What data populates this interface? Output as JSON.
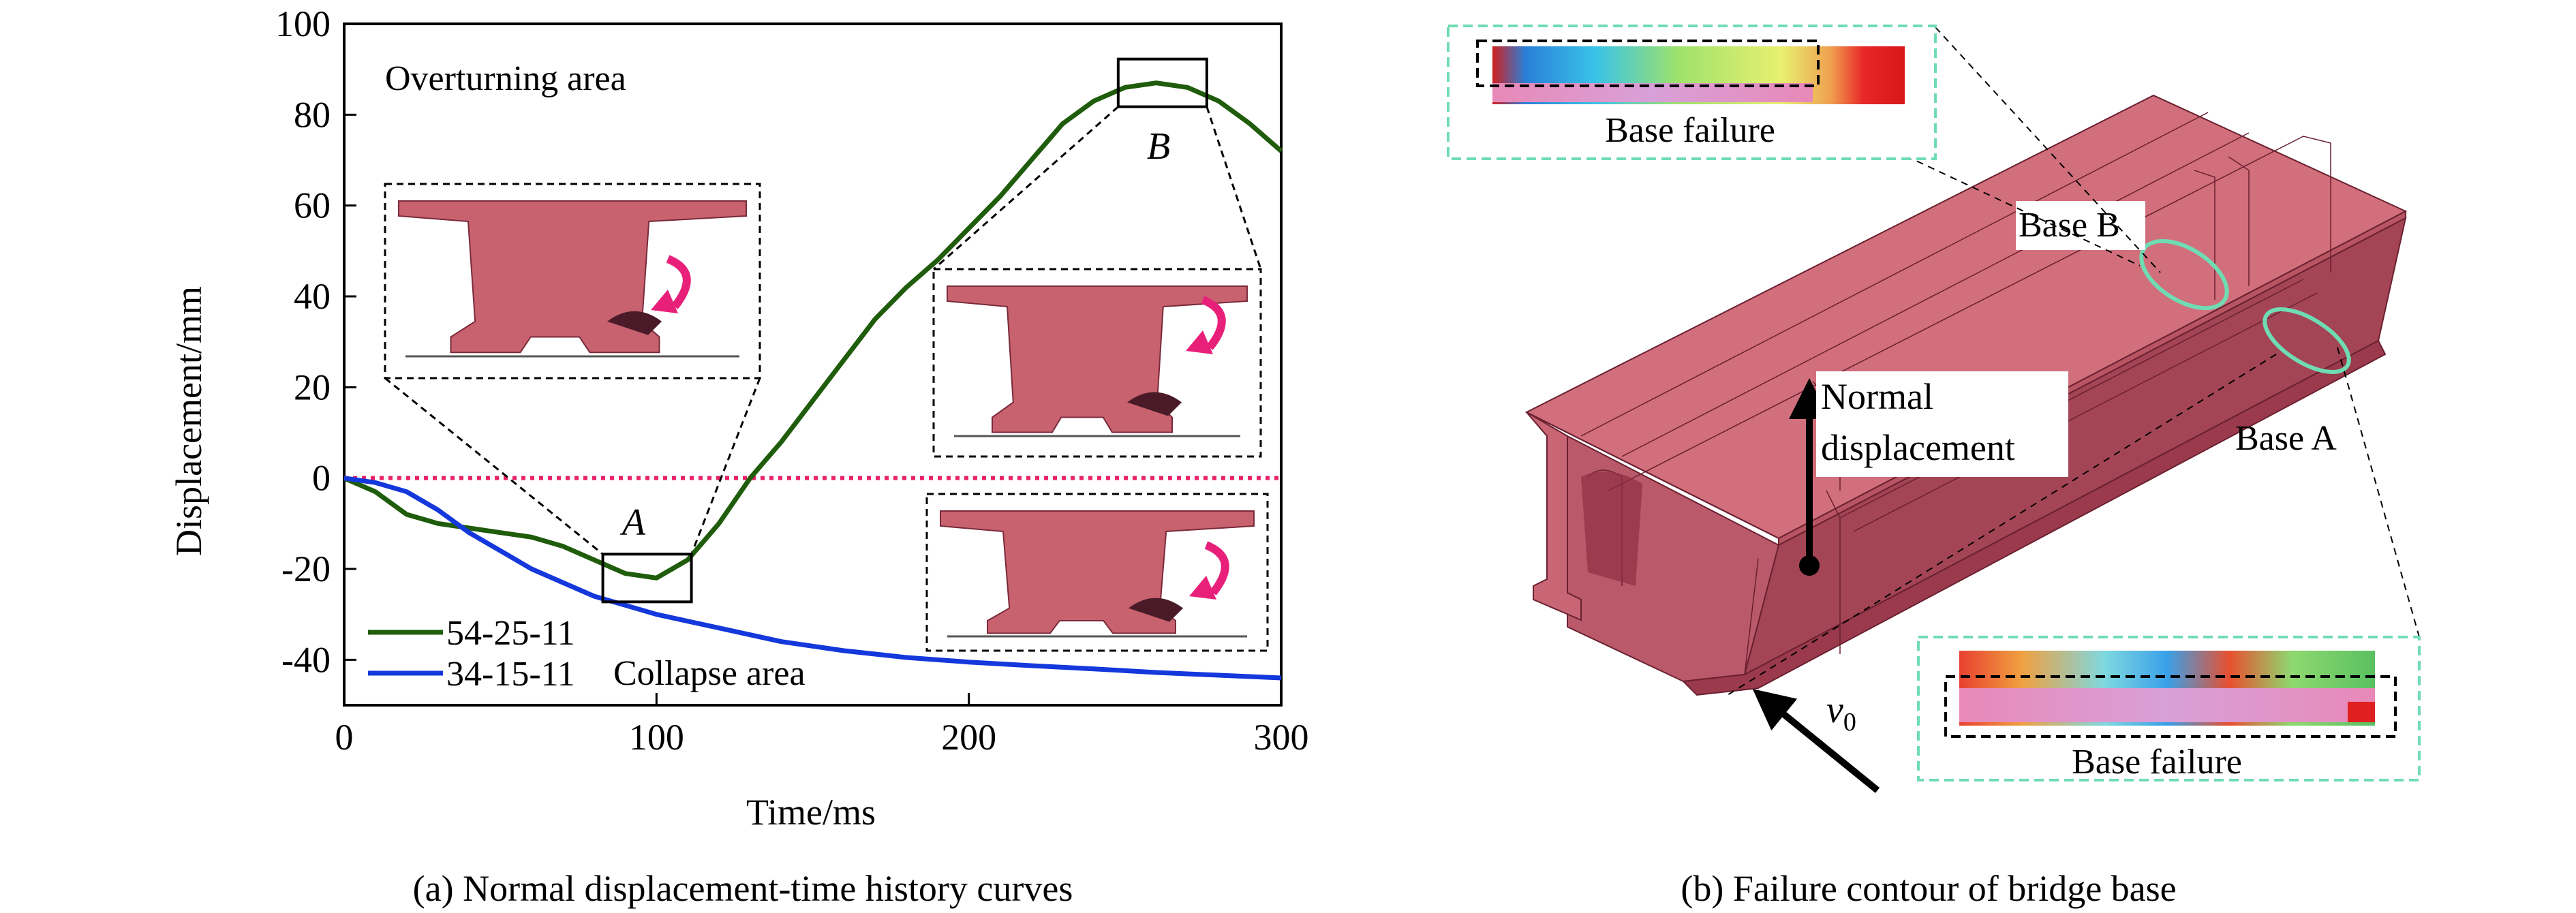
{
  "chart_data": {
    "type": "line",
    "xlabel": "Time/ms",
    "ylabel": "Displacement/mm",
    "xlim": [
      0,
      300
    ],
    "ylim": [
      -50,
      100
    ],
    "xticks": [
      0,
      100,
      200,
      300
    ],
    "yticks": [
      -40,
      -20,
      0,
      20,
      40,
      60,
      80,
      100
    ],
    "grid": false,
    "legend_position": "bottom-left",
    "series": [
      {
        "name": "54-25-11",
        "color": "#1f5c0b",
        "x": [
          0,
          10,
          20,
          30,
          40,
          50,
          60,
          70,
          80,
          90,
          100,
          110,
          120,
          130,
          140,
          150,
          160,
          170,
          180,
          190,
          200,
          210,
          220,
          230,
          240,
          250,
          260,
          270,
          280,
          290,
          300
        ],
        "y": [
          0,
          -3,
          -8,
          -10,
          -11,
          -12,
          -13,
          -15,
          -18,
          -21,
          -22,
          -18,
          -10,
          0,
          8,
          17,
          26,
          35,
          42,
          48,
          55,
          62,
          70,
          78,
          83,
          86,
          87,
          86,
          83,
          78,
          72
        ]
      },
      {
        "name": "34-15-11",
        "color": "#1438dc",
        "x": [
          0,
          10,
          20,
          30,
          40,
          50,
          60,
          70,
          80,
          90,
          100,
          120,
          140,
          160,
          180,
          200,
          220,
          240,
          260,
          280,
          300
        ],
        "y": [
          0,
          -1,
          -3,
          -7,
          -12,
          -16,
          -20,
          -23,
          -26,
          -28,
          -30,
          -33,
          -36,
          -38,
          -39.5,
          -40.5,
          -41.3,
          -42,
          -42.8,
          -43.4,
          -44
        ]
      }
    ],
    "reference_line": {
      "y": 0,
      "color": "#e8206a"
    },
    "annotations": [
      {
        "text": "Overturning area"
      },
      {
        "text": "Collapse area"
      },
      {
        "text": "A",
        "box_center": [
          97,
          -22
        ]
      },
      {
        "text": "B",
        "box_center": [
          262,
          87
        ]
      }
    ]
  },
  "captions": {
    "left": "(a) Normal displacement-time history curves",
    "right": "(b) Failure contour of bridge base"
  },
  "diagram": {
    "label_base_b": "Base B",
    "label_base_a": "Base A",
    "label_normal_1": "Normal",
    "label_normal_2": "displacement",
    "label_v": "v",
    "label_v_sub": "0",
    "label_failure_top": "Base failure",
    "label_failure_bottom": "Base failure",
    "bridge_color": "#c8626f",
    "highlight_color": "#6fdcb4"
  }
}
